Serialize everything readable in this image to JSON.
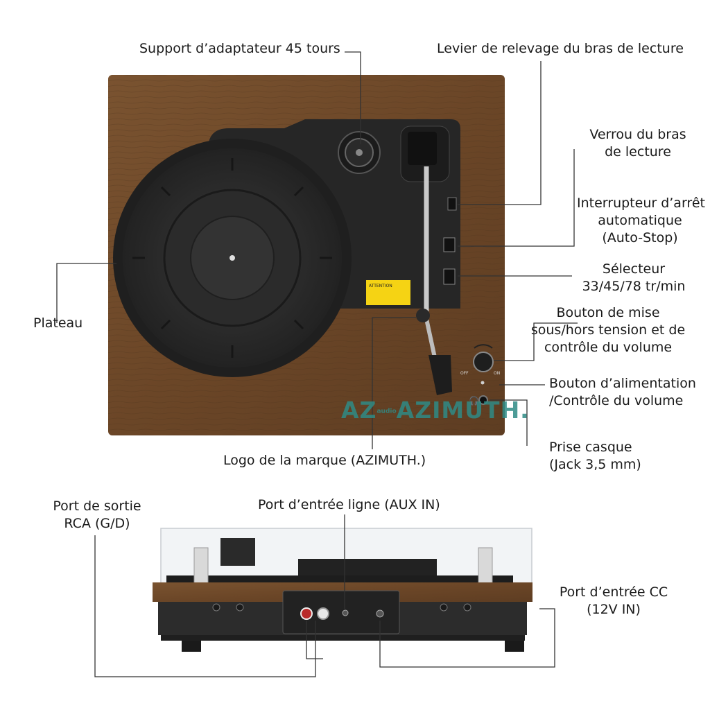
{
  "labels": {
    "adapter_holder": "Support d’adaptateur 45 tours",
    "cue_lever": "Levier de relevage du bras de lecture",
    "arm_lock_1": "Verrou du bras",
    "arm_lock_2": "de lecture",
    "autostop_1": "Interrupteur d’arrêt",
    "autostop_2": "automatique",
    "autostop_3": "(Auto-Stop)",
    "speed_1": "Sélecteur",
    "speed_2": "33/45/78 tr/min",
    "power_knob_1": "Bouton de mise",
    "power_knob_2": "sous/hors tension et de",
    "power_knob_3": "contrôle du volume",
    "platter": "Plateau",
    "power_volume_1": "Bouton d’alimentation",
    "power_volume_2": "/Contrôle du volume",
    "headphone_1": "Prise casque",
    "headphone_2": "(Jack 3,5 mm)",
    "brand_logo": "Logo de la marque (AZIMUTH.)",
    "rca_out_1": "Port de sortie",
    "rca_out_2": "RCA (G/D)",
    "aux_in": "Port d’entrée ligne (AUX IN)",
    "dc_in_1": "Port d’entrée CC",
    "dc_in_2": "(12V IN)"
  },
  "device": {
    "logo_main": "AZIMUTH.",
    "logo_small": "audio",
    "knob_off": "OFF",
    "knob_on": "ON",
    "warning_title": "ATTENTION"
  },
  "colors": {
    "wood": "#6e4a2a",
    "plinth_dark": "#2a2a2a",
    "logo": "#2f8b86",
    "warning": "#f5d314"
  }
}
